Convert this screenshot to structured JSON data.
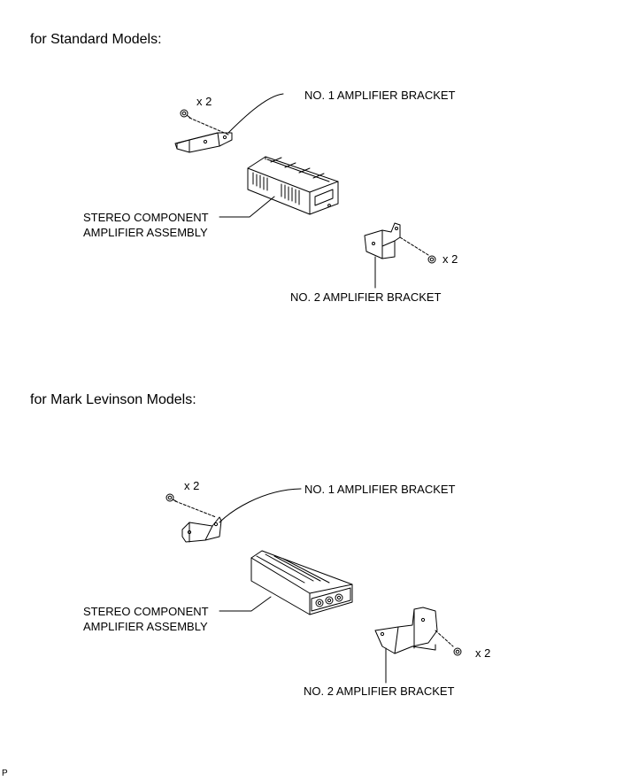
{
  "section_standard": {
    "heading": "for Standard Models:",
    "labels": {
      "bracket1": "NO. 1 AMPLIFIER BRACKET",
      "amp_line1": "STEREO COMPONENT",
      "amp_line2": "AMPLIFIER ASSEMBLY",
      "bracket2": "NO. 2 AMPLIFIER BRACKET"
    },
    "qty_bracket1": "x 2",
    "qty_bracket2": "x 2"
  },
  "section_ml": {
    "heading": "for Mark Levinson Models:",
    "labels": {
      "bracket1": "NO. 1 AMPLIFIER BRACKET",
      "amp_line1": "STEREO COMPONENT",
      "amp_line2": "AMPLIFIER ASSEMBLY",
      "bracket2": "NO. 2 AMPLIFIER BRACKET"
    },
    "qty_bracket1": "x 2",
    "qty_bracket2": "x 2"
  },
  "corner_mark": "P",
  "colors": {
    "ink": "#000000",
    "background": "#ffffff"
  }
}
